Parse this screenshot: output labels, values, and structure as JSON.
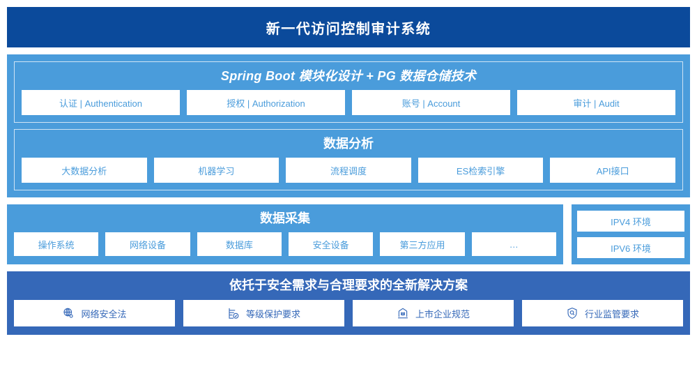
{
  "header": {
    "title": "新一代访问控制审计系统"
  },
  "platform": {
    "core": {
      "title": "Spring Boot 模块化设计 + PG 数据仓储技术",
      "chips": [
        "认证 | Authentication",
        "授权 | Authorization",
        "账号 | Account",
        "审计 | Audit"
      ]
    },
    "analysis": {
      "title": "数据分析",
      "chips": [
        "大数据分析",
        "机器学习",
        "流程调度",
        "ES检索引擎",
        "API接口"
      ]
    }
  },
  "collection": {
    "title": "数据采集",
    "chips": [
      "操作系统",
      "网络设备",
      "数据库",
      "安全设备",
      "第三方应用",
      "…"
    ],
    "environments": [
      "IPV4 环境",
      "IPV6 环境"
    ]
  },
  "solution": {
    "title": "依托于安全需求与合理要求的全新解决方案",
    "items": [
      {
        "label": "网络安全法",
        "icon": "globe-icon"
      },
      {
        "label": "等级保护要求",
        "icon": "document-check-icon"
      },
      {
        "label": "上市企业规范",
        "icon": "bank-building-icon"
      },
      {
        "label": "行业监管要求",
        "icon": "shield-search-icon"
      }
    ]
  },
  "colors": {
    "header_navy": "#0b4a9b",
    "platform_blue": "#4a9cdb",
    "solution_blue": "#3568b8",
    "chip_white": "#ffffff"
  }
}
